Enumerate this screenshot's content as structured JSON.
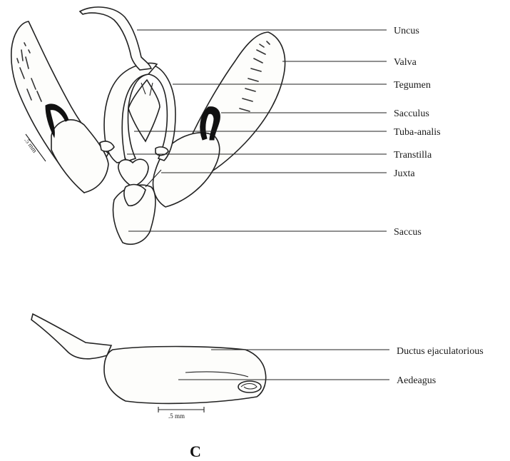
{
  "figure": {
    "panel_label": "C",
    "scale_top": ".5 mm",
    "scale_bottom": ".5 mm"
  },
  "labels": {
    "uncus": "Uncus",
    "valva": "Valva",
    "tegumen": "Tegumen",
    "sacculus": "Sacculus",
    "tuba_analis": "Tuba-analis",
    "transtilla": "Transtilla",
    "juxta": "Juxta",
    "saccus": "Saccus",
    "ductus": "Ductus ejaculatorious",
    "aedeagus": "Aedeagus"
  }
}
